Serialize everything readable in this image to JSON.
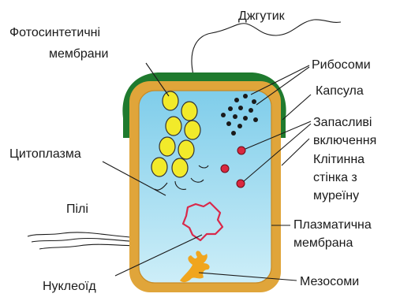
{
  "labels": {
    "flagellum": "Джгутик",
    "photosynthetic_membranes_1": "Фотосинтетичні",
    "photosynthetic_membranes_2": "мембрани",
    "ribosomes": "Рибосоми",
    "capsule": "Капсула",
    "storage_1": "Запасливі",
    "storage_2": "включення",
    "cell_wall_1": "Клітинна",
    "cell_wall_2": "стінка з",
    "cell_wall_3": "муреїну",
    "cytoplasm": "Цитоплазма",
    "pili": "Пілі",
    "plasma_membrane_1": "Плазматична",
    "plasma_membrane_2": "мембрана",
    "nucleoid": "Нуклеоїд",
    "mesosomes": "Мезосоми"
  },
  "colors": {
    "capsule": "#1f7a2e",
    "cell_wall": "#e0a53a",
    "cytoplasm_top": "#7fcdea",
    "cytoplasm_bottom": "#c9ecf7",
    "thylakoid": "#f2ea2a",
    "ribosome": "#1a1a1a",
    "storage_granule": "#d9283f",
    "nucleoid": "#d9284a",
    "mesosome": "#f0a51e"
  }
}
